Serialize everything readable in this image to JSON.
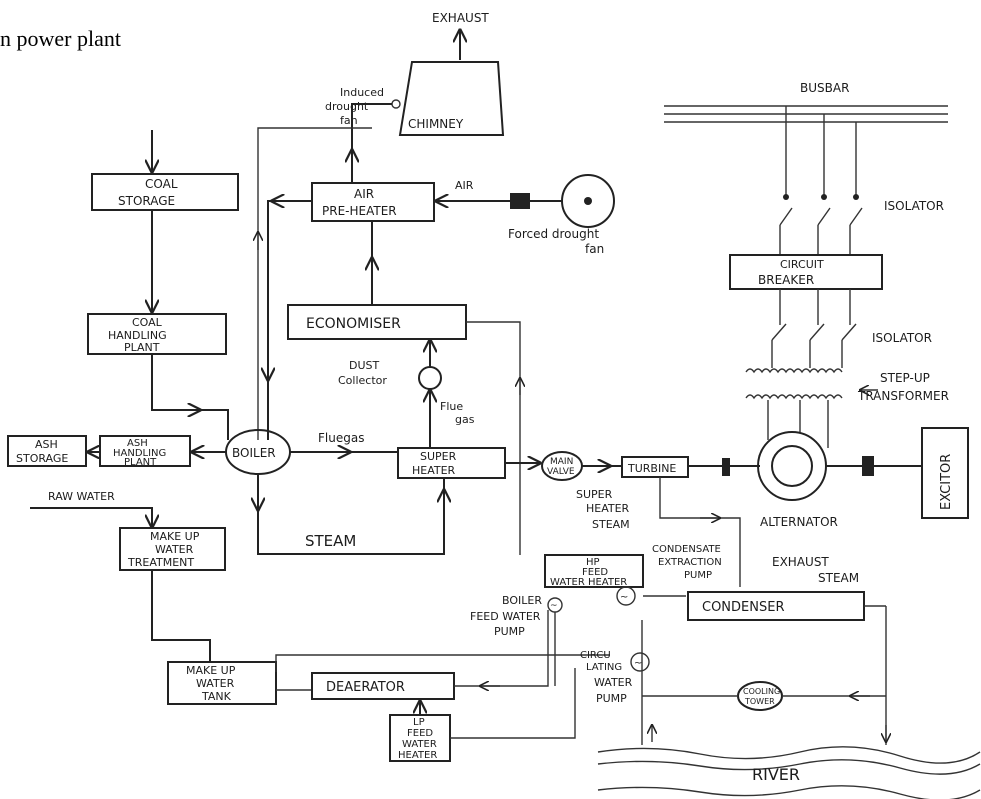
{
  "title_fragment": "n power plant",
  "top_labels": {
    "exhaust": "EXHAUST",
    "chimney": "CHIMNEY",
    "induced_fan_line1": "Induced",
    "induced_fan_line2": "drought",
    "induced_fan_line3": "fan"
  },
  "coal": {
    "storage_line1": "COAL",
    "storage_line2": "STORAGE",
    "handling_line1": "COAL",
    "handling_line2": "HANDLING",
    "handling_line3": "PLANT"
  },
  "air": {
    "preheater_line1": "AIR",
    "preheater_line2": "PRE-HEATER",
    "air_label": "AIR",
    "fd_fan_line1": "Forced drought",
    "fd_fan_line2": "fan"
  },
  "gas": {
    "economiser": "ECONOMISER",
    "dust_line1": "DUST",
    "dust_line2": "Collector",
    "flue_line1": "Flue",
    "flue_line2": "gas",
    "fluegas": "Fluegas"
  },
  "boiler": {
    "boiler": "BOILER",
    "superheater_line1": "SUPER",
    "superheater_line2": "HEATER",
    "steam": "STEAM",
    "ash_storage_line1": "ASH",
    "ash_storage_line2": "STORAGE",
    "ash_handling_line1": "ASH",
    "ash_handling_line2": "HANDLING",
    "ash_handling_line3": "PLANT"
  },
  "water": {
    "raw_water": "RAW WATER",
    "makeup_treatment_line1": "MAKE UP",
    "makeup_treatment_line2": "WATER",
    "makeup_treatment_line3": "TREATMENT",
    "makeup_tank_line1": "MAKE UP",
    "makeup_tank_line2": "WATER",
    "makeup_tank_line3": "TANK",
    "deaerator": "DEAERATOR",
    "lp_line1": "LP",
    "lp_line2": "FEED",
    "lp_line3": "WATER",
    "lp_line4": "HEATER",
    "hp_line1": "HP",
    "hp_line2": "FEED",
    "hp_line3": "WATER HEATER",
    "bfp_line1": "BOILER",
    "bfp_line2": "FEED WATER",
    "bfp_line3": "PUMP"
  },
  "turbine_side": {
    "main_valve_line1": "MAIN",
    "main_valve_line2": "VALVE",
    "turbine": "TURBINE",
    "alternator": "ALTERNATOR",
    "exciter": "EXCITOR",
    "sh_steam_line1": "SUPER",
    "sh_steam_line2": "HEATER",
    "sh_steam_line3": "STEAM",
    "cep_line1": "CONDENSATE",
    "cep_line2": "EXTRACTION",
    "cep_line3": "PUMP",
    "exhaust_steam_line1": "EXHAUST",
    "exhaust_steam_line2": "STEAM",
    "condenser": "CONDENSER",
    "cwp_line1": "CIRCU",
    "cwp_line2": "LATING",
    "cwp_line3": "WATER",
    "cwp_line4": "PUMP",
    "cooling_line1": "COOLING",
    "cooling_line2": "TOWER",
    "river": "RIVER"
  },
  "electrical": {
    "busbar": "BUSBAR",
    "isolator1": "ISOLATOR",
    "breaker_line1": "CIRCUIT",
    "breaker_line2": "BREAKER",
    "isolator2": "ISOLATOR",
    "stepup_line1": "STEP-UP",
    "stepup_line2": "TRANSFORMER"
  }
}
